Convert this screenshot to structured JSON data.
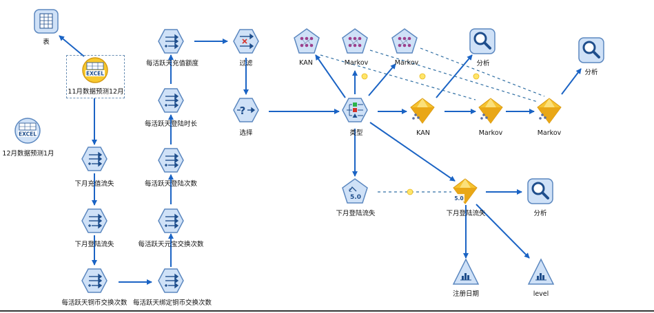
{
  "nodes": {
    "table_out": "表",
    "excel_nov": "11月数据预测12月",
    "excel_dec": "12月数据预测1月",
    "derive_next_recharge": "下月充值流失",
    "derive_next_login": "下月登陆流失",
    "derive_copper": "每活跃天铜币交换次数",
    "derive_bound_copper": "每活跃天绑定铜币交换次数",
    "derive_yuanbao": "每活跃天元宝交换次数",
    "derive_login_count": "每活跃天登陆次数",
    "derive_login_time": "每活跃天登陆时长",
    "derive_recharge_amt": "每活跃天充值额度",
    "filter": "过滤",
    "select": "选择",
    "type": "类型",
    "knn_model": "KAN",
    "markov_model_1": "Markov",
    "markov_model_2": "Markov",
    "analysis_1": "分析",
    "analysis_2": "分析",
    "analysis_3": "分析",
    "nugget_knn": "KAN",
    "nugget_markov_1": "Markov",
    "nugget_markov_2": "Markov",
    "c50_model": "下月登陆流失",
    "c50_nugget": "下月登陆流失",
    "plot_reg_date": "注册日期",
    "plot_level": "level",
    "c50_badge": "5.0",
    "excel_badge": "EXCEL"
  },
  "colors": {
    "link": "#1a63c4",
    "nugget_link": "#2f6ea3",
    "node_fill": "#cfe1f7",
    "node_stroke": "#5b87bf",
    "nugget": "#f3b823"
  }
}
